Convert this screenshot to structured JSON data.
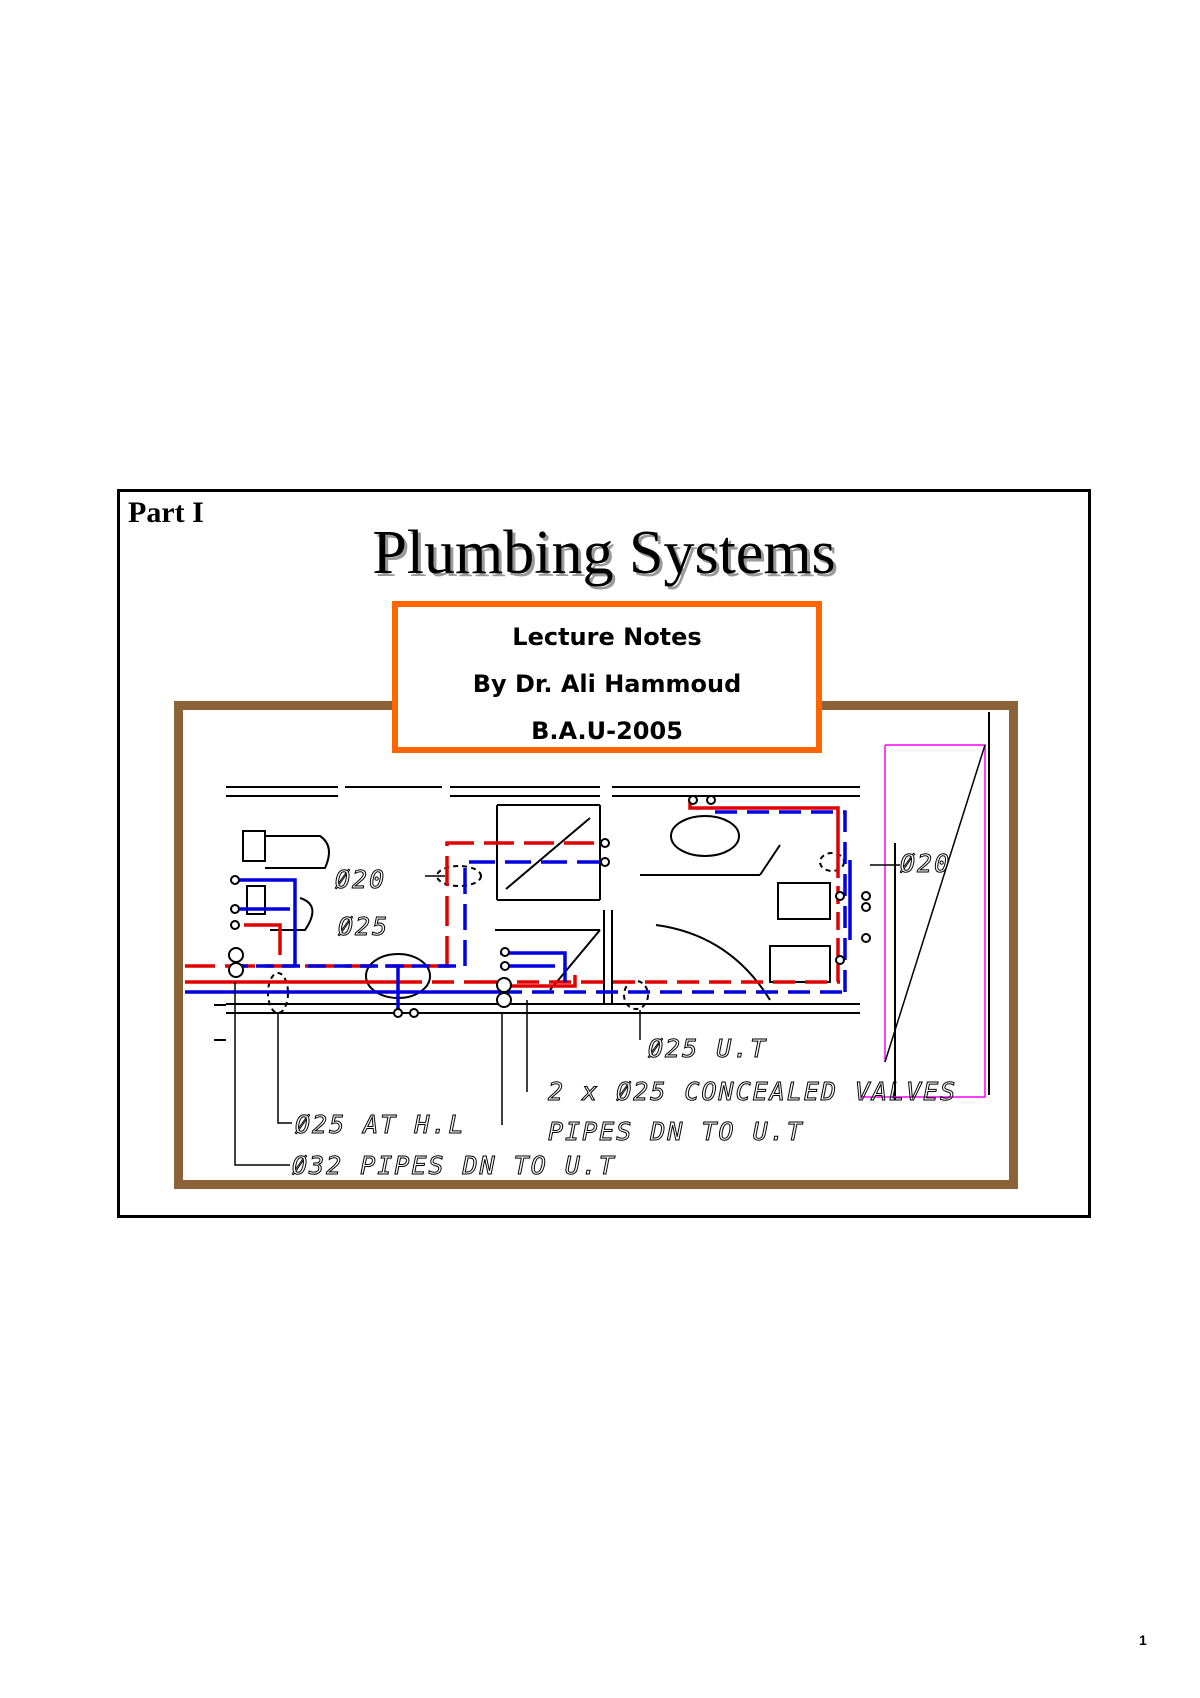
{
  "slide": {
    "part_label": "Part I",
    "title": "Plumbing Systems"
  },
  "notes_box": {
    "line1": "Lecture Notes",
    "line2": "By Dr. Ali Hammoud",
    "line3": "B.A.U-2005"
  },
  "drawing_labels": {
    "d20_left": "Ø20",
    "d25_left": "Ø25",
    "d20_right": "Ø20",
    "d25_ut": "Ø25 U.T",
    "valves": "2 x Ø25 CONCEALED VALVES",
    "pipes_dn_ut": "PIPES DN TO U.T",
    "d25_hl": "Ø25 AT H.L",
    "d32_pipes": "Ø32 PIPES DN TO U.T"
  },
  "colors": {
    "hot_water": "#e00000",
    "cold_water": "#0000e0",
    "frame_brown": "#8c6239",
    "notes_orange": "#ff6600",
    "guide_magenta": "#ff00ff"
  },
  "page_number": "1"
}
